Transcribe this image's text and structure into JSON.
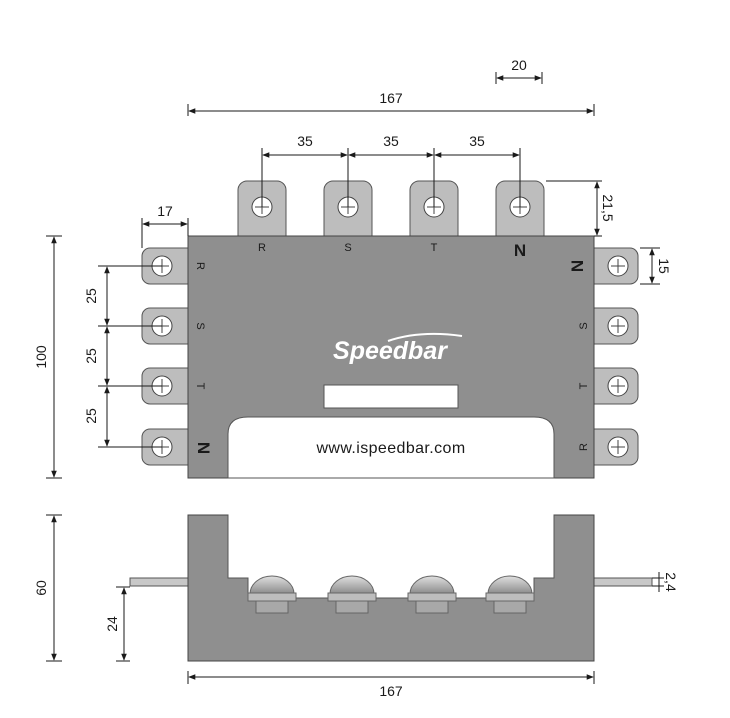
{
  "dimensions": {
    "overall_width_top": "167",
    "tab_pitch_1": "35",
    "tab_pitch_2": "35",
    "tab_pitch_3": "35",
    "tab_width": "20",
    "tab_protrusion": "21,5",
    "left_tab_length": "17",
    "side_tab_width": "15",
    "side_pitch_1": "25",
    "side_pitch_2": "25",
    "side_pitch_3": "25",
    "body_height": "100",
    "side_height": "60",
    "connector_height": "24",
    "plate_thickness": "2,4",
    "overall_width_bottom": "167"
  },
  "top_phases": [
    "R",
    "S",
    "T",
    "N"
  ],
  "left_phases": [
    "R",
    "S",
    "T",
    "N"
  ],
  "right_phases": [
    "N",
    "S",
    "T",
    "R"
  ],
  "brand": {
    "logo_text": "Speedbar",
    "url": "www.ispeedbar.com"
  },
  "colors": {
    "body": "#8f8f8f",
    "tab": "#bdbdbd",
    "insert": "#ffffff",
    "line": "#1a1a1a"
  }
}
